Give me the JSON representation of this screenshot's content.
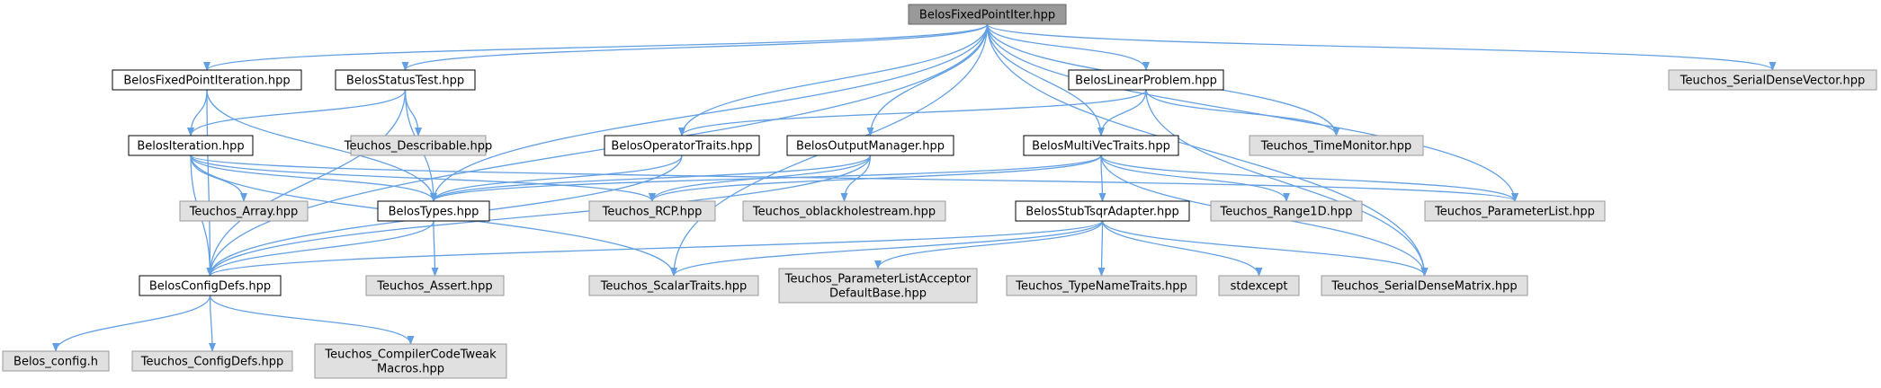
{
  "graph": {
    "root": "BelosFixedPointIter.hpp",
    "nodes": [
      {
        "id": "root",
        "lines": [
          "BelosFixedPointIter.hpp"
        ],
        "kind": "root"
      },
      {
        "id": "fpi",
        "lines": [
          "BelosFixedPointIteration.hpp"
        ],
        "kind": "local"
      },
      {
        "id": "status",
        "lines": [
          "BelosStatusTest.hpp"
        ],
        "kind": "local"
      },
      {
        "id": "linprob",
        "lines": [
          "BelosLinearProblem.hpp"
        ],
        "kind": "local"
      },
      {
        "id": "sdv",
        "lines": [
          "Teuchos_SerialDenseVector.hpp"
        ],
        "kind": "external"
      },
      {
        "id": "iter",
        "lines": [
          "BelosIteration.hpp"
        ],
        "kind": "local"
      },
      {
        "id": "describable",
        "lines": [
          "Teuchos_Describable.hpp"
        ],
        "kind": "external"
      },
      {
        "id": "optraits",
        "lines": [
          "BelosOperatorTraits.hpp"
        ],
        "kind": "local"
      },
      {
        "id": "outmgr",
        "lines": [
          "BelosOutputManager.hpp"
        ],
        "kind": "local"
      },
      {
        "id": "mvtraits",
        "lines": [
          "BelosMultiVecTraits.hpp"
        ],
        "kind": "local"
      },
      {
        "id": "timemon",
        "lines": [
          "Teuchos_TimeMonitor.hpp"
        ],
        "kind": "external"
      },
      {
        "id": "array",
        "lines": [
          "Teuchos_Array.hpp"
        ],
        "kind": "external"
      },
      {
        "id": "types",
        "lines": [
          "BelosTypes.hpp"
        ],
        "kind": "local"
      },
      {
        "id": "rcp",
        "lines": [
          "Teuchos_RCP.hpp"
        ],
        "kind": "external"
      },
      {
        "id": "oblack",
        "lines": [
          "Teuchos_oblackholestream.hpp"
        ],
        "kind": "external"
      },
      {
        "id": "tsqr",
        "lines": [
          "BelosStubTsqrAdapter.hpp"
        ],
        "kind": "local"
      },
      {
        "id": "range1d",
        "lines": [
          "Teuchos_Range1D.hpp"
        ],
        "kind": "external"
      },
      {
        "id": "plist",
        "lines": [
          "Teuchos_ParameterList.hpp"
        ],
        "kind": "external"
      },
      {
        "id": "config",
        "lines": [
          "BelosConfigDefs.hpp"
        ],
        "kind": "local"
      },
      {
        "id": "assert",
        "lines": [
          "Teuchos_Assert.hpp"
        ],
        "kind": "external"
      },
      {
        "id": "scalar",
        "lines": [
          "Teuchos_ScalarTraits.hpp"
        ],
        "kind": "external"
      },
      {
        "id": "plad",
        "lines": [
          "Teuchos_ParameterListAcceptor",
          "DefaultBase.hpp"
        ],
        "kind": "external"
      },
      {
        "id": "typename",
        "lines": [
          "Teuchos_TypeNameTraits.hpp"
        ],
        "kind": "external"
      },
      {
        "id": "stdexcept",
        "lines": [
          "stdexcept"
        ],
        "kind": "external"
      },
      {
        "id": "sdm",
        "lines": [
          "Teuchos_SerialDenseMatrix.hpp"
        ],
        "kind": "external"
      },
      {
        "id": "belosconfig",
        "lines": [
          "Belos_config.h"
        ],
        "kind": "external"
      },
      {
        "id": "tconfig",
        "lines": [
          "Teuchos_ConfigDefs.hpp"
        ],
        "kind": "external"
      },
      {
        "id": "tweak",
        "lines": [
          "Teuchos_CompilerCodeTweak",
          "Macros.hpp"
        ],
        "kind": "external"
      }
    ],
    "edges": [
      [
        "root",
        "fpi"
      ],
      [
        "root",
        "status"
      ],
      [
        "root",
        "linprob"
      ],
      [
        "root",
        "sdv"
      ],
      [
        "root",
        "optraits"
      ],
      [
        "root",
        "outmgr"
      ],
      [
        "root",
        "mvtraits"
      ],
      [
        "root",
        "timemon"
      ],
      [
        "root",
        "types"
      ],
      [
        "root",
        "plist"
      ],
      [
        "root",
        "config"
      ],
      [
        "root",
        "scalar"
      ],
      [
        "root",
        "sdm"
      ],
      [
        "fpi",
        "iter"
      ],
      [
        "fpi",
        "types"
      ],
      [
        "fpi",
        "config"
      ],
      [
        "status",
        "iter"
      ],
      [
        "status",
        "describable"
      ],
      [
        "status",
        "types"
      ],
      [
        "status",
        "config"
      ],
      [
        "linprob",
        "optraits"
      ],
      [
        "linprob",
        "mvtraits"
      ],
      [
        "linprob",
        "timemon"
      ],
      [
        "linprob",
        "sdm"
      ],
      [
        "iter",
        "array"
      ],
      [
        "iter",
        "types"
      ],
      [
        "iter",
        "rcp"
      ],
      [
        "iter",
        "plist"
      ],
      [
        "iter",
        "config"
      ],
      [
        "iter",
        "scalar"
      ],
      [
        "optraits",
        "types"
      ],
      [
        "optraits",
        "config"
      ],
      [
        "outmgr",
        "types"
      ],
      [
        "outmgr",
        "rcp"
      ],
      [
        "outmgr",
        "oblack"
      ],
      [
        "outmgr",
        "config"
      ],
      [
        "mvtraits",
        "types"
      ],
      [
        "mvtraits",
        "rcp"
      ],
      [
        "mvtraits",
        "tsqr"
      ],
      [
        "mvtraits",
        "range1d"
      ],
      [
        "mvtraits",
        "plist"
      ],
      [
        "mvtraits",
        "sdm"
      ],
      [
        "types",
        "config"
      ],
      [
        "types",
        "assert"
      ],
      [
        "tsqr",
        "config"
      ],
      [
        "tsqr",
        "scalar"
      ],
      [
        "tsqr",
        "plad"
      ],
      [
        "tsqr",
        "typename"
      ],
      [
        "tsqr",
        "stdexcept"
      ],
      [
        "tsqr",
        "sdm"
      ],
      [
        "config",
        "belosconfig"
      ],
      [
        "config",
        "tconfig"
      ],
      [
        "config",
        "tweak"
      ]
    ]
  }
}
